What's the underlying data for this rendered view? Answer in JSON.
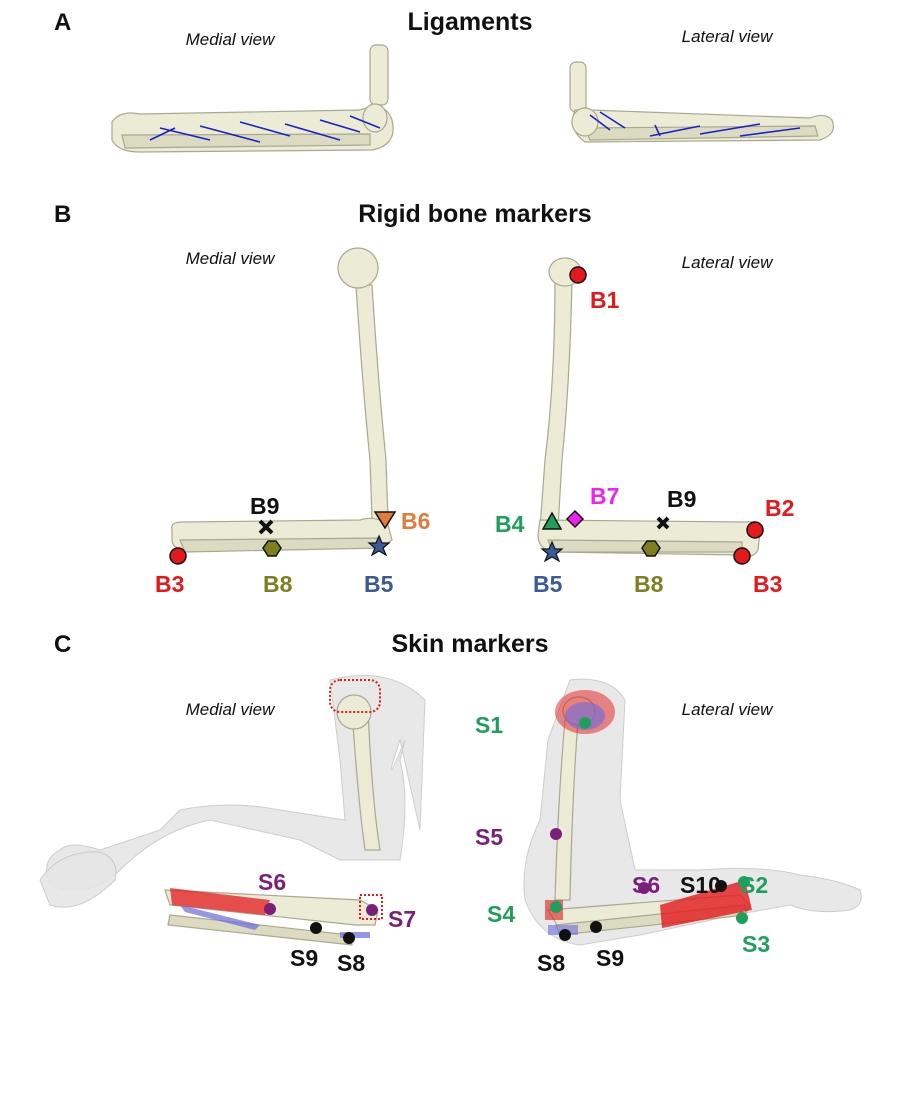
{
  "panels": {
    "a": {
      "letter": "A",
      "title": "Ligaments",
      "medial_label": "Medial view",
      "lateral_label": "Lateral view"
    },
    "b": {
      "letter": "B",
      "title": "Rigid bone markers",
      "medial_label": "Medial view",
      "lateral_label": "Lateral view"
    },
    "c": {
      "letter": "C",
      "title": "Skin markers",
      "medial_label": "Medial view",
      "lateral_label": "Lateral view"
    }
  },
  "bone_markers": {
    "medial": [
      {
        "label": "B9",
        "color": "#111111",
        "shape": "x"
      },
      {
        "label": "B6",
        "color": "#e07b39",
        "shape": "triangle-down"
      },
      {
        "label": "B3",
        "color": "#e3191c",
        "shape": "circle"
      },
      {
        "label": "B8",
        "color": "#7f7f1f",
        "shape": "hexagon"
      },
      {
        "label": "B5",
        "color": "#3a5a9a",
        "shape": "star"
      }
    ],
    "lateral": [
      {
        "label": "B1",
        "color": "#e3191c",
        "shape": "circle"
      },
      {
        "label": "B7",
        "color": "#ee22ee",
        "shape": "diamond"
      },
      {
        "label": "B9",
        "color": "#111111",
        "shape": "x"
      },
      {
        "label": "B2",
        "color": "#e3191c",
        "shape": "circle"
      },
      {
        "label": "B4",
        "color": "#1fa05a",
        "shape": "triangle-up"
      },
      {
        "label": "B5",
        "color": "#3a5a9a",
        "shape": "star"
      },
      {
        "label": "B8",
        "color": "#7f7f1f",
        "shape": "hexagon"
      },
      {
        "label": "B3",
        "color": "#e3191c",
        "shape": "circle"
      }
    ]
  },
  "skin_markers": {
    "medial": [
      {
        "label": "S6",
        "color": "#7a1f7a"
      },
      {
        "label": "S7",
        "color": "#7a1f7a"
      },
      {
        "label": "S9",
        "color": "#111111"
      },
      {
        "label": "S8",
        "color": "#111111"
      }
    ],
    "lateral": [
      {
        "label": "S1",
        "color": "#1fa05a"
      },
      {
        "label": "S5",
        "color": "#7a1f7a"
      },
      {
        "label": "S6",
        "color": "#7a1f7a"
      },
      {
        "label": "S10",
        "color": "#111111"
      },
      {
        "label": "S2",
        "color": "#1fa05a"
      },
      {
        "label": "S3",
        "color": "#1fa05a"
      },
      {
        "label": "S4",
        "color": "#1fa05a"
      },
      {
        "label": "S8",
        "color": "#111111"
      },
      {
        "label": "S9",
        "color": "#111111"
      }
    ]
  },
  "colors": {
    "bone": "#ecebd6",
    "ligament": "#1a22c8",
    "skin": "#e6e6e6",
    "red_cluster": "#e3191c",
    "blue_cluster": "#6a6ae0"
  }
}
